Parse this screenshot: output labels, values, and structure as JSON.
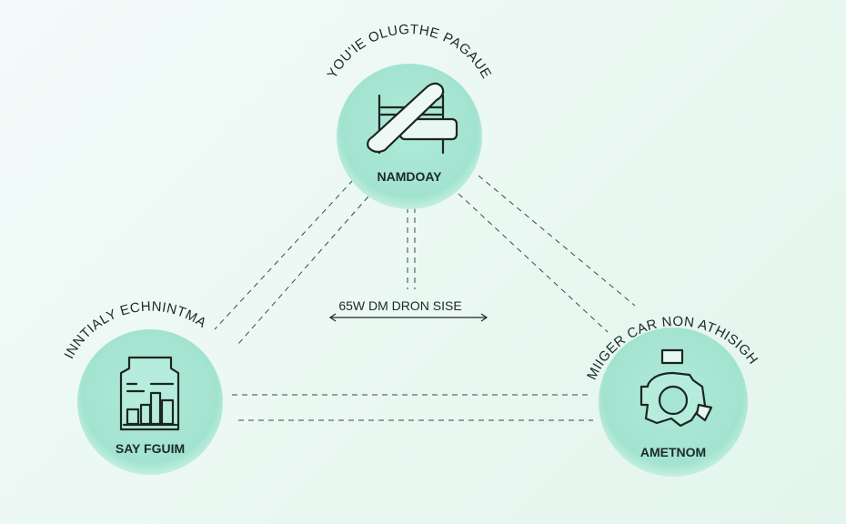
{
  "nodes": {
    "top": {
      "arc_label": "YOU'IE OLUGTHE PAGAUE",
      "label": "NAMDOAY",
      "icon": "hand-tool-icon"
    },
    "left": {
      "arc_label": "INNTIALY ECHNINTMA",
      "label": "SAY FGUIM",
      "icon": "bar-chart-clipboard-icon"
    },
    "right": {
      "arc_label": "MIIGER CAR NON ATHISIGH",
      "label": "AMETNOM",
      "icon": "gear-network-icon"
    }
  },
  "center": {
    "label": "65W DM DRON SISE"
  },
  "colors": {
    "circle": "#a8e6d4",
    "background": "#eef8f4",
    "line": "#3a4a46"
  }
}
